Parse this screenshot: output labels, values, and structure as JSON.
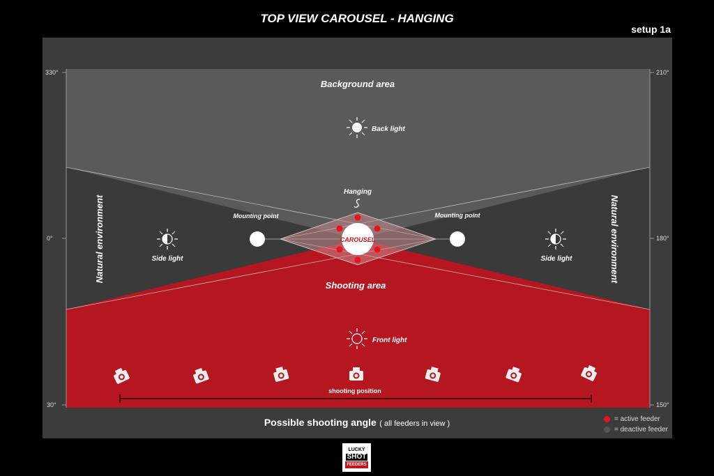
{
  "title": "TOP VIEW CAROUSEL - HANGING",
  "setup_label": "setup 1a",
  "areas": {
    "background": "Background area",
    "shooting": "Shooting area",
    "natural_left": "Natural environment",
    "natural_right": "Natural environment"
  },
  "lights": {
    "back": "Back light",
    "side_left": "Side light",
    "side_right": "Side light",
    "front": "Front light"
  },
  "hanging_label": "Hanging",
  "mounting_left": "Mounting point",
  "mounting_right": "Mounting point",
  "carousel_label": "CAROUSEL",
  "shooting_position": "shooting position",
  "angles": {
    "top_left": "330°",
    "mid_left": "0°",
    "bottom_left": "30°",
    "top_right": "210°",
    "mid_right": "180°",
    "bottom_right": "150°"
  },
  "caption": {
    "main": "Possible shooting angle",
    "sub": "( all feeders in view )"
  },
  "legend": {
    "active": "= active feeder",
    "deactive": "= deactive feeder"
  },
  "logo": {
    "line1": "LUCKY",
    "line2": "SHOT",
    "line3": "FEEDERS"
  },
  "colors": {
    "shooting_area": "#b5161f",
    "background_area": "#5a5a5a",
    "side_area": "#3a3a3a",
    "frame": "#3c3c3c",
    "active_feeder": "#e8141c",
    "deactive_feeder": "#555555"
  }
}
